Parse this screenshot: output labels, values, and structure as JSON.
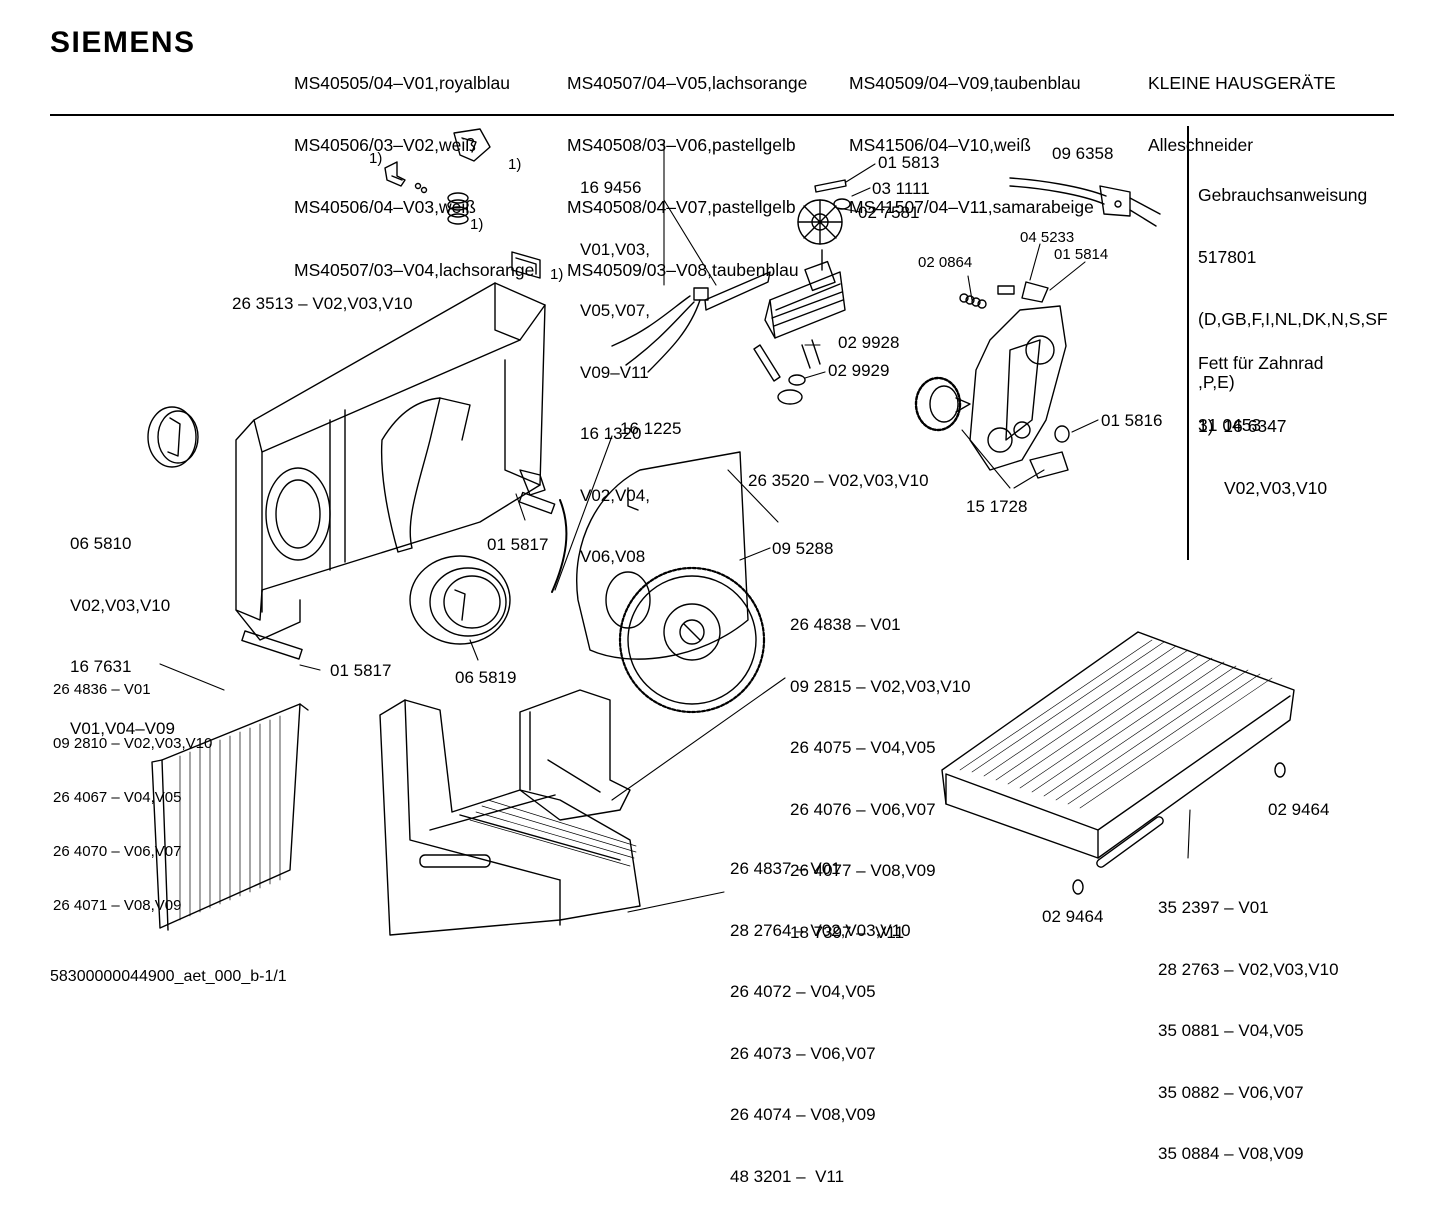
{
  "brand": "SIEMENS",
  "header": {
    "col1": [
      "MS40505/04–V01,royalblau",
      "MS40506/03–V02,weiß",
      "MS40506/04–V03,weiß",
      "MS40507/03–V04,lachsorange"
    ],
    "col2": [
      "MS40507/04–V05,lachsorange",
      "MS40508/03–V06,pastellgelb",
      "MS40508/04–V07,pastellgelb",
      "MS40509/03–V08,taubenblau"
    ],
    "col3": [
      "MS40509/04–V09,taubenblau",
      "MS41506/04–V10,weiß",
      "MS41507/04–V11,samarabeige"
    ],
    "category": "KLEINE HAUSGERÄTE",
    "product": "Alleschneider"
  },
  "side_info": {
    "manual_title": "Gebrauchsanweisung",
    "manual_no": "517801",
    "manual_langs": "(D,GB,F,I,NL,DK,N,S,SF",
    "manual_langs2": ",P,E)",
    "grease_title": "Fett für Zahnrad",
    "grease_no": "31 0453",
    "footnote_1": "1)  16 6347",
    "footnote_2": "V02,V03,V10"
  },
  "labels": {
    "fn_a": "1)",
    "fn_b": "1)",
    "fn_c": "1)",
    "fn_d": "1)",
    "cable_group": [
      "16 9456",
      "V01,V03,",
      "V05,V07,",
      "V09–V11",
      "16 1320",
      "V02,V04,",
      "V06,V08"
    ],
    "p015813": "01 5813",
    "p031111": "03 1111",
    "p027581": "02 7581",
    "p096358": "09 6358",
    "p045233": "04 5233",
    "p020864": "02 0864",
    "p015814": "01 5814",
    "p029928": "02 9928",
    "p029929": "02 9929",
    "p015816": "01 5816",
    "p151728": "15 1728",
    "p263513": "26 3513 – V02,V03,V10",
    "p161225": "16 1225",
    "p263520": "26 3520 – V02,V03,V10",
    "p095288": "09 5288",
    "knob_group": [
      "06 5810",
      "V02,V03,V10",
      "16 7631",
      "V01,V04–V09"
    ],
    "p015817a": "01 5817",
    "p015817b": "01 5817",
    "p065819": "06 5819",
    "blade_group": [
      "26 4838 – V01",
      "09 2815 – V02,V03,V10",
      "26 4075 – V04,V05",
      "26 4076 – V06,V07",
      "26 4077 – V08,V09",
      "18 7397 –  V11"
    ],
    "cover_group": [
      "26 4836 – V01",
      "09 2810 – V02,V03,V10",
      "26 4067 – V04,V05",
      "26 4070 – V06,V07",
      "26 4071 – V08,V09"
    ],
    "sled_group": [
      "26 4837 – V01",
      "28 2764 – V02,V03,V10",
      "26 4072 – V04,V05",
      "26 4073 – V06,V07",
      "26 4074 – V08,V09",
      "48 3201 –  V11"
    ],
    "tray_group": [
      "35 2397 – V01",
      "28 2763 – V02,V03,V10",
      "35 0881 – V04,V05",
      "35 0882 – V06,V07",
      "35 0884 – V08,V09"
    ],
    "p029464a": "02 9464",
    "p029464b": "02 9464"
  },
  "footer": "58300000044900_aet_000_b-1/1"
}
